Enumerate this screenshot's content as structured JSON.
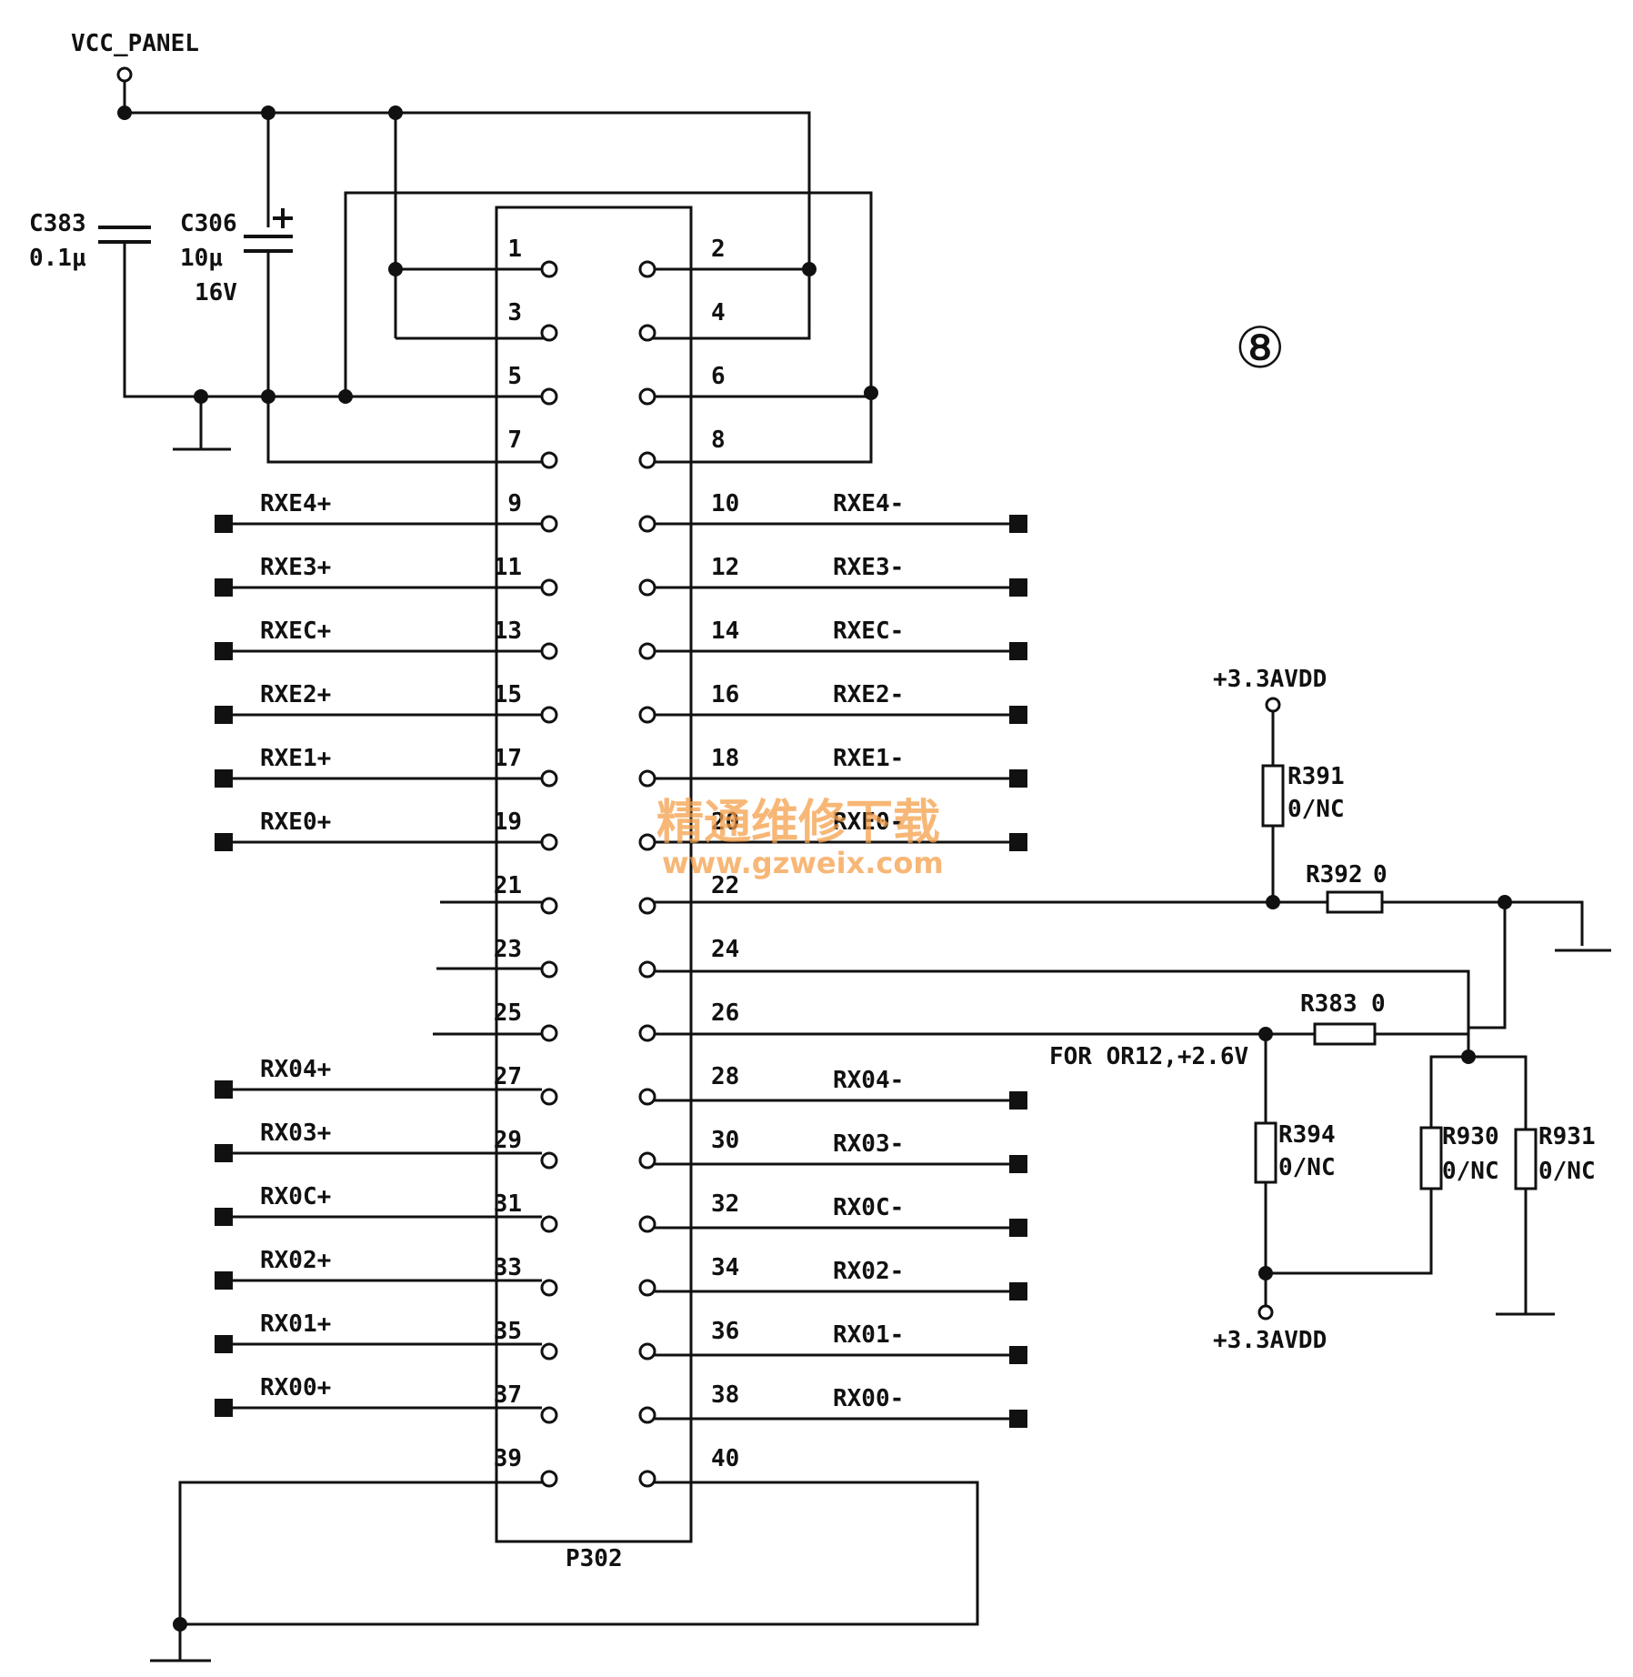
{
  "diagram": {
    "page_marker": "⑧",
    "supply_label": "VCC_PANEL",
    "connector": {
      "name": "P302",
      "left_pins": [
        "1",
        "3",
        "5",
        "7",
        "9",
        "11",
        "13",
        "15",
        "17",
        "19",
        "21",
        "23",
        "25",
        "27",
        "29",
        "31",
        "33",
        "35",
        "37",
        "39"
      ],
      "right_pins": [
        "2",
        "4",
        "6",
        "8",
        "10",
        "12",
        "14",
        "16",
        "18",
        "20",
        "22",
        "24",
        "26",
        "28",
        "30",
        "32",
        "34",
        "36",
        "38",
        "40"
      ]
    },
    "left_signals": [
      {
        "pin": "9",
        "name": "RXE4+"
      },
      {
        "pin": "11",
        "name": "RXE3+"
      },
      {
        "pin": "13",
        "name": "RXEC+"
      },
      {
        "pin": "15",
        "name": "RXE2+"
      },
      {
        "pin": "17",
        "name": "RXE1+"
      },
      {
        "pin": "19",
        "name": "RXE0+"
      },
      {
        "pin": "27",
        "name": "RX04+"
      },
      {
        "pin": "29",
        "name": "RX03+"
      },
      {
        "pin": "31",
        "name": "RX0C+"
      },
      {
        "pin": "33",
        "name": "RX02+"
      },
      {
        "pin": "35",
        "name": "RX01+"
      },
      {
        "pin": "37",
        "name": "RX00+"
      }
    ],
    "right_signals": [
      {
        "pin": "10",
        "name": "RXE4-"
      },
      {
        "pin": "12",
        "name": "RXE3-"
      },
      {
        "pin": "14",
        "name": "RXEC-"
      },
      {
        "pin": "16",
        "name": "RXE2-"
      },
      {
        "pin": "18",
        "name": "RXE1-"
      },
      {
        "pin": "20",
        "name": "RXE0-"
      },
      {
        "pin": "28",
        "name": "RX04-"
      },
      {
        "pin": "30",
        "name": "RX03-"
      },
      {
        "pin": "32",
        "name": "RX0C-"
      },
      {
        "pin": "34",
        "name": "RX02-"
      },
      {
        "pin": "36",
        "name": "RX01-"
      },
      {
        "pin": "38",
        "name": "RX00-"
      }
    ],
    "capacitors": [
      {
        "ref": "C383",
        "value": "0.1μ",
        "rating": ""
      },
      {
        "ref": "C306",
        "value": "10μ",
        "rating": "16V",
        "polarity": "+"
      }
    ],
    "resistors": [
      {
        "ref": "R391",
        "value": "0/NC"
      },
      {
        "ref": "R392",
        "value": "0"
      },
      {
        "ref": "R383",
        "value": "0"
      },
      {
        "ref": "R394",
        "value": "0/NC"
      },
      {
        "ref": "R930",
        "value": "0/NC"
      },
      {
        "ref": "R931",
        "value": "0/NC"
      }
    ],
    "rails": {
      "top": "+3.3AVDD",
      "bottom": "+3.3AVDD"
    },
    "note": "FOR OR12,+2.6V",
    "watermark": {
      "line1": "精通维修下载",
      "line2": "www.gzweix.com"
    }
  }
}
